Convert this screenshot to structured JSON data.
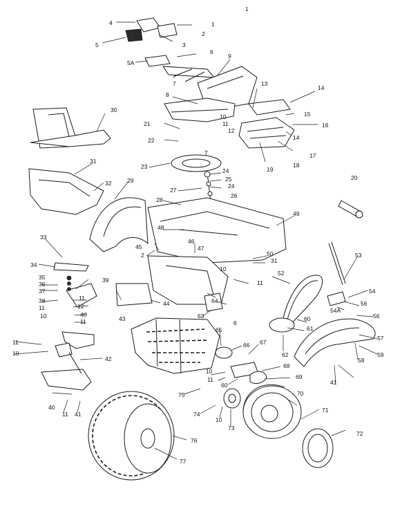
{
  "page_mark": "1",
  "callouts": [
    {
      "id": "c1",
      "text": "1"
    },
    {
      "id": "c2",
      "text": "2"
    },
    {
      "id": "c3",
      "text": "3"
    },
    {
      "id": "c4",
      "text": "4"
    },
    {
      "id": "c5",
      "text": "5"
    },
    {
      "id": "c5a",
      "text": "5A"
    },
    {
      "id": "c6",
      "text": "6"
    },
    {
      "id": "c7a",
      "text": "7"
    },
    {
      "id": "c7b",
      "text": "7"
    },
    {
      "id": "c8",
      "text": "8"
    },
    {
      "id": "c9",
      "text": "9"
    },
    {
      "id": "c10a",
      "text": "10"
    },
    {
      "id": "c11a",
      "text": "11"
    },
    {
      "id": "c12a",
      "text": "12"
    },
    {
      "id": "c13",
      "text": "13"
    },
    {
      "id": "c14a",
      "text": "14"
    },
    {
      "id": "c14b",
      "text": "14"
    },
    {
      "id": "c15",
      "text": "15"
    },
    {
      "id": "c16",
      "text": "16"
    },
    {
      "id": "c17",
      "text": "17"
    },
    {
      "id": "c18",
      "text": "18"
    },
    {
      "id": "c19",
      "text": "19"
    },
    {
      "id": "c20",
      "text": "20"
    },
    {
      "id": "c21",
      "text": "21"
    },
    {
      "id": "c22",
      "text": "22"
    },
    {
      "id": "c23",
      "text": "23"
    },
    {
      "id": "c24a",
      "text": "24"
    },
    {
      "id": "c24b",
      "text": "24"
    },
    {
      "id": "c25",
      "text": "25"
    },
    {
      "id": "c26",
      "text": "26"
    },
    {
      "id": "c27",
      "text": "27"
    },
    {
      "id": "c28",
      "text": "28"
    },
    {
      "id": "c29",
      "text": "29"
    },
    {
      "id": "c30",
      "text": "30"
    },
    {
      "id": "c31a",
      "text": "31"
    },
    {
      "id": "c32",
      "text": "32"
    },
    {
      "id": "c33",
      "text": "33"
    },
    {
      "id": "c34",
      "text": "34"
    },
    {
      "id": "c35",
      "text": "35"
    },
    {
      "id": "c36",
      "text": "36"
    },
    {
      "id": "c37",
      "text": "37"
    },
    {
      "id": "c38",
      "text": "38"
    },
    {
      "id": "c39",
      "text": "39"
    },
    {
      "id": "c11b",
      "text": "11"
    },
    {
      "id": "c11c",
      "text": "11"
    },
    {
      "id": "c12b",
      "text": "12"
    },
    {
      "id": "c10b",
      "text": "10"
    },
    {
      "id": "c40a",
      "text": "40"
    },
    {
      "id": "c11d",
      "text": "11"
    },
    {
      "id": "c11e",
      "text": "11"
    },
    {
      "id": "c10c",
      "text": "10"
    },
    {
      "id": "c42",
      "text": "42"
    },
    {
      "id": "c40b",
      "text": "40"
    },
    {
      "id": "c11f",
      "text": "11"
    },
    {
      "id": "c41a",
      "text": "41"
    },
    {
      "id": "c43",
      "text": "43"
    },
    {
      "id": "c44",
      "text": "44"
    },
    {
      "id": "c45",
      "text": "45"
    },
    {
      "id": "c2b",
      "text": "2"
    },
    {
      "id": "c46",
      "text": "46"
    },
    {
      "id": "c47",
      "text": "47"
    },
    {
      "id": "c48",
      "text": "48"
    },
    {
      "id": "c49",
      "text": "49"
    },
    {
      "id": "c50",
      "text": "50"
    },
    {
      "id": "c31b",
      "text": "31"
    },
    {
      "id": "c11g",
      "text": "11"
    },
    {
      "id": "c10d",
      "text": "10"
    },
    {
      "id": "c52",
      "text": "52"
    },
    {
      "id": "c53",
      "text": "53"
    },
    {
      "id": "c54",
      "text": "54"
    },
    {
      "id": "c54a",
      "text": "54A"
    },
    {
      "id": "c56a",
      "text": "56"
    },
    {
      "id": "c56b",
      "text": "56"
    },
    {
      "id": "c57",
      "text": "57"
    },
    {
      "id": "c58",
      "text": "58"
    },
    {
      "id": "c59",
      "text": "59"
    },
    {
      "id": "c41b",
      "text": "41"
    },
    {
      "id": "c60a",
      "text": "60"
    },
    {
      "id": "c61",
      "text": "61"
    },
    {
      "id": "c62",
      "text": "62"
    },
    {
      "id": "c63",
      "text": "63"
    },
    {
      "id": "c64",
      "text": "64"
    },
    {
      "id": "c65",
      "text": "65"
    },
    {
      "id": "c66",
      "text": "66"
    },
    {
      "id": "c67",
      "text": "67"
    },
    {
      "id": "c68",
      "text": "68"
    },
    {
      "id": "c69",
      "text": "69"
    },
    {
      "id": "c60b",
      "text": "60"
    },
    {
      "id": "c10e",
      "text": "10"
    },
    {
      "id": "c11h",
      "text": "11"
    },
    {
      "id": "c70",
      "text": "70"
    },
    {
      "id": "c71",
      "text": "71"
    },
    {
      "id": "c72",
      "text": "72"
    },
    {
      "id": "c73",
      "text": "73"
    },
    {
      "id": "c74",
      "text": "74"
    },
    {
      "id": "c75",
      "text": "75"
    },
    {
      "id": "c10f",
      "text": "10"
    },
    {
      "id": "c76",
      "text": "76"
    },
    {
      "id": "c77",
      "text": "77"
    },
    {
      "id": "c6b",
      "text": "6"
    }
  ]
}
